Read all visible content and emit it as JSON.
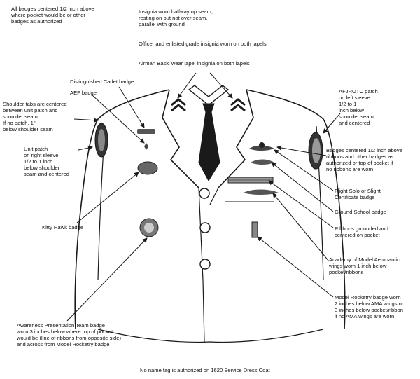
{
  "diagram": {
    "labels": {
      "all_badges": "All badges centered 1/2 inch above\nwhere pocket would be or other\nbadges as authorized",
      "insignia_halfway": "Insignia worn halfway up seam,\nresting on but not over seam,\nparallel with ground",
      "officer_enlisted": "Officer and enlisted grade insignia worn on both lapels",
      "airman_basic": "Airman Basic wear lapel insignia on both lapels",
      "distinguished_cadet": "Distinguished Cadet badge",
      "aef_badge": "AEF badge",
      "shoulder_tabs": "Shoulder tabs are centered\nbetween unit patch and\nshoulder seam\nIf no patch, 1\"\nbelow shoulder seam",
      "unit_patch": "Unit patch\non right sleeve\n1/2 to 1 inch\nbelow shoulder\nseam and centered",
      "kitty_hawk": "Kitty Hawk badge",
      "afjrotc_patch": "AFJROTC patch\non left sleeve\n1/2 to 1\ninch below\nshoulder seam,\nand centered",
      "badges_above_ribbons": "Badges centered 1/2 inch above\nribbons and other badges as\nauthorized or top of pocket if\nno ribbons are worn",
      "flight_solo": "Flight Solo or Slight\nCertificate badge",
      "ground_school": "Ground School badge",
      "ribbons": "Ribbons grounded and\ncentered on pocket",
      "ama_wings": "Academy of Model Aeronautic\nwings worn 1 inch below\npocket/ribbons",
      "model_rocketry": "Model Rocketry badge worn\n2 inches below AMA wings or\n3 inches below pocket/ribbon\nif no AMA wings are worn",
      "awareness_team": "Awareness Presentation Team badge\nworn 3 inches below where top of pocket\nwould be (line of ribbons from opposite side)\nand across from Model Rocketry badge",
      "no_name_tag": "No name tag is authorized on 1620 Service Dress Coat"
    },
    "colors": {
      "ink": "#1a1a1a",
      "coat": "#ffffff",
      "tie": "#1a1a1a",
      "badge": "#777777"
    }
  }
}
